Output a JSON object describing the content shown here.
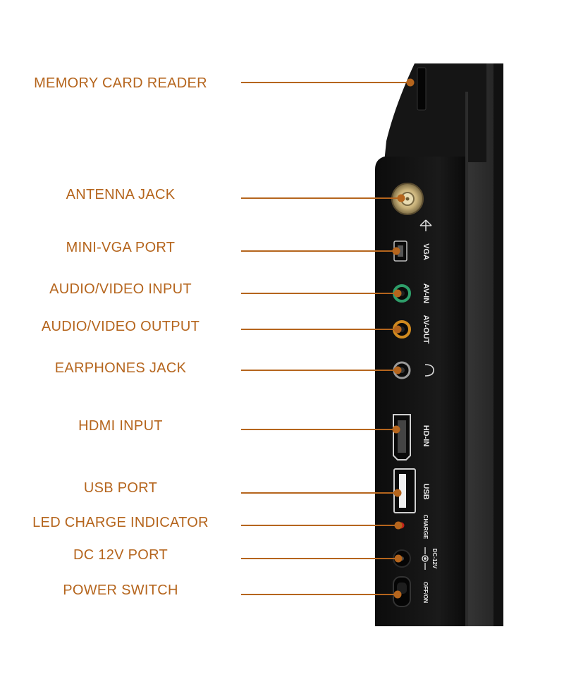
{
  "callouts": [
    {
      "key": "memory-card-reader",
      "label": "MEMORY CARD READER"
    },
    {
      "key": "antenna-jack",
      "label": "ANTENNA JACK"
    },
    {
      "key": "mini-vga-port",
      "label": "MINI-VGA PORT"
    },
    {
      "key": "audio-video-input",
      "label": "AUDIO/VIDEO INPUT"
    },
    {
      "key": "audio-video-output",
      "label": "AUDIO/VIDEO OUTPUT"
    },
    {
      "key": "earphones-jack",
      "label": "EARPHONES JACK"
    },
    {
      "key": "hdmi-input",
      "label": "HDMI INPUT"
    },
    {
      "key": "usb-port",
      "label": "USB PORT"
    },
    {
      "key": "led-charge-indicator",
      "label": "LED CHARGE INDICATOR"
    },
    {
      "key": "dc-12v-port",
      "label": "DC 12V PORT"
    },
    {
      "key": "power-switch",
      "label": "POWER SWITCH"
    }
  ],
  "port_labels": {
    "vga": "VGA",
    "av_in": "AV-IN",
    "av_out": "AV-OUT",
    "hd_in": "HD-IN",
    "usb": "USB",
    "charge": "CHARGE",
    "dc_12v": "DC-12V",
    "off_on": "OFF/ON"
  },
  "colors": {
    "callout": "#b5651d",
    "device_body": "#141414",
    "av_in_ring": "#2e9e6a",
    "av_out_ring": "#d08a1f",
    "led": "#c0201a"
  }
}
